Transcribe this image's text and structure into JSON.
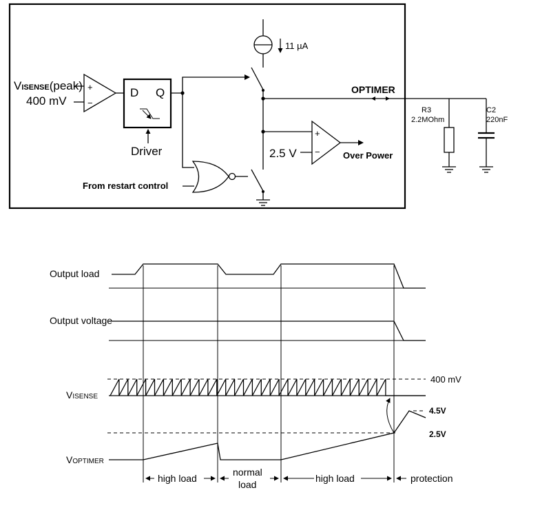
{
  "circuit": {
    "input_label_main": "V",
    "input_label_sub": "ISENSE",
    "input_label_tail": "(peak)",
    "threshold_label": "400 mV",
    "comp1_plus": "+",
    "comp1_minus": "−",
    "latch_d": "D",
    "latch_q": "Q",
    "driver_label": "Driver",
    "current_source_label": "11 µA",
    "optimer_label": "OPTIMER",
    "r3_name": "R3",
    "r3_value": "2.2MOhm",
    "c2_name": "C2",
    "c2_value": "220nF",
    "ref_label": "2.5 V",
    "comp2_plus": "+",
    "comp2_minus": "−",
    "over_power_label": "Over Power",
    "restart_label": "From restart control"
  },
  "timing": {
    "output_load_label": "Output load",
    "output_voltage_label": "Output voltage",
    "visense_label_main": "V",
    "visense_label_sub": "ISENSE",
    "voptimer_label_main": "V",
    "voptimer_label_sub": "OPTIMER",
    "level_400mv": "400 mV",
    "level_4_5v": "4.5V",
    "level_2_5v": "2.5V",
    "phase_high_load_1": "high load",
    "phase_normal_line1": "normal",
    "phase_normal_line2": "load",
    "phase_high_load_2": "high load",
    "phase_protection": "protection"
  },
  "colors": {
    "ink": "#000000",
    "background": "#ffffff"
  }
}
